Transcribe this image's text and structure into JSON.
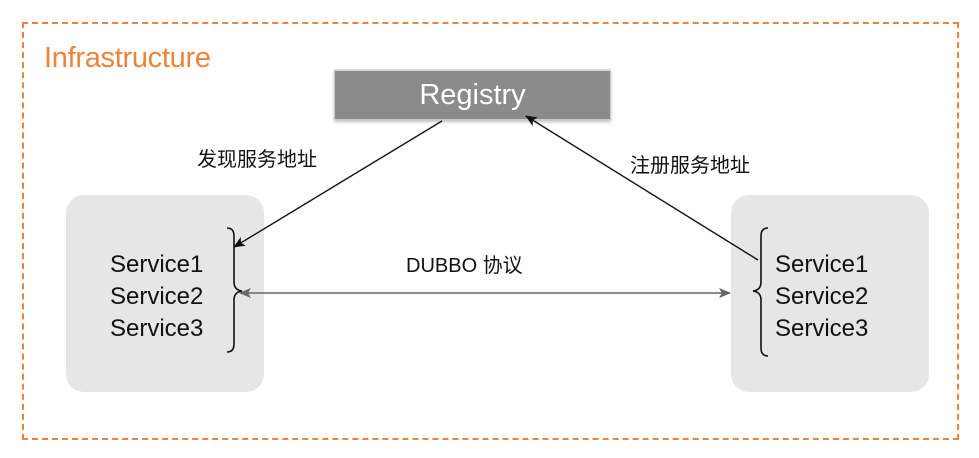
{
  "frame": {
    "title": "Infrastructure",
    "accent_color": "#f0833a"
  },
  "registry": {
    "label": "Registry"
  },
  "left_node": {
    "services": [
      "Service1",
      "Service2",
      "Service3"
    ]
  },
  "right_node": {
    "services": [
      "Service1",
      "Service2",
      "Service3"
    ]
  },
  "edges": {
    "discover": "发现服务地址",
    "register": "注册服务地址",
    "protocol": "DUBBO 协议"
  }
}
